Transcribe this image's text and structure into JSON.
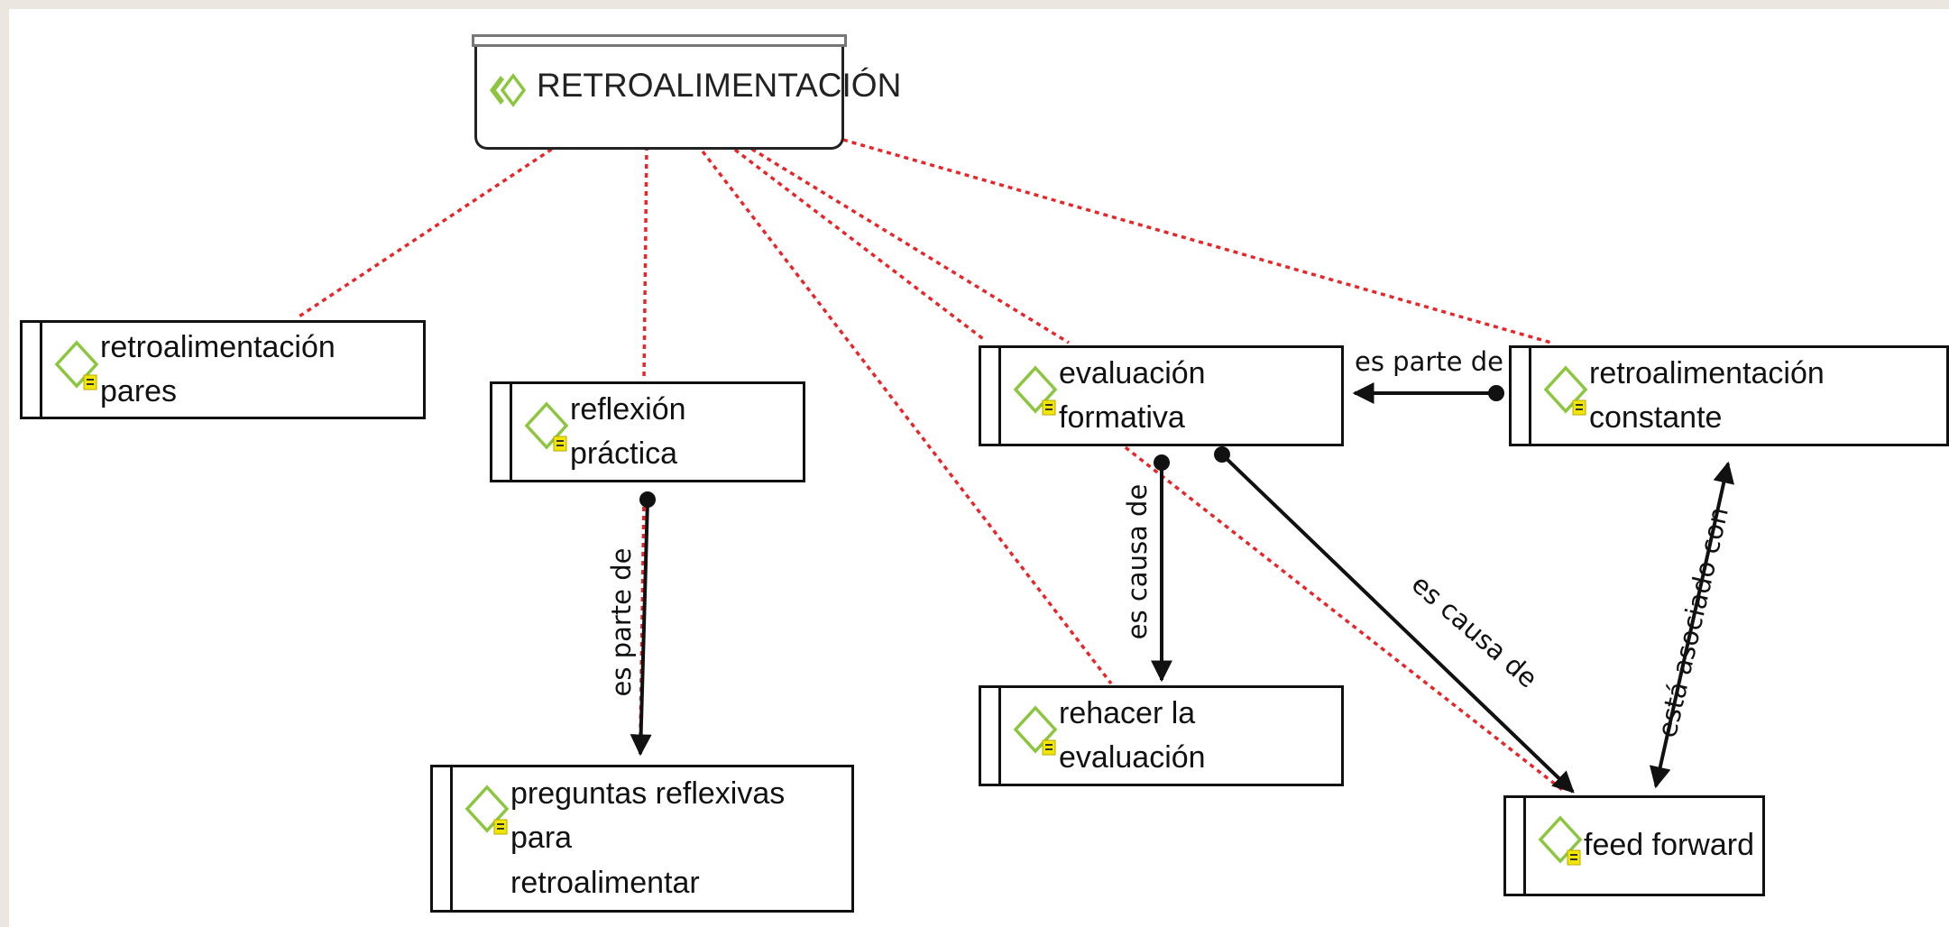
{
  "diagram": {
    "root": {
      "label": "RETROALIMENTACIÓN"
    },
    "concepts": [
      {
        "id": "pares",
        "label": "retroalimentación pares"
      },
      {
        "id": "reflexion",
        "label": "reflexión práctica"
      },
      {
        "id": "formativa",
        "label": "evaluación formativa"
      },
      {
        "id": "constante",
        "label": "retroalimentación constante"
      },
      {
        "id": "preguntas",
        "label": "preguntas reflexivas para\nretroalimentar"
      },
      {
        "id": "rehacer",
        "label": "rehacer la evaluación"
      },
      {
        "id": "feed",
        "label": "feed forward"
      }
    ],
    "links": [
      {
        "id": "l1",
        "from": "reflexión práctica",
        "to": "preguntas reflexivas para retroalimentar",
        "label": "es parte de"
      },
      {
        "id": "l2",
        "from": "retroalimentación constante",
        "to": "evaluación formativa",
        "label": "es parte de"
      },
      {
        "id": "l3",
        "from": "evaluación formativa",
        "to": "rehacer la evaluación",
        "label": "es causa de"
      },
      {
        "id": "l4",
        "from": "evaluación formativa",
        "to": "feed forward",
        "label": "es causa de"
      },
      {
        "id": "l5",
        "from": "retroalimentación constante",
        "to": "feed forward",
        "label": "está asociado con"
      }
    ],
    "colors": {
      "dotted_connector": "#e8262a",
      "icon_green": "#8cc63f",
      "note_yellow": "#f2e600",
      "link_line": "#111111"
    }
  }
}
